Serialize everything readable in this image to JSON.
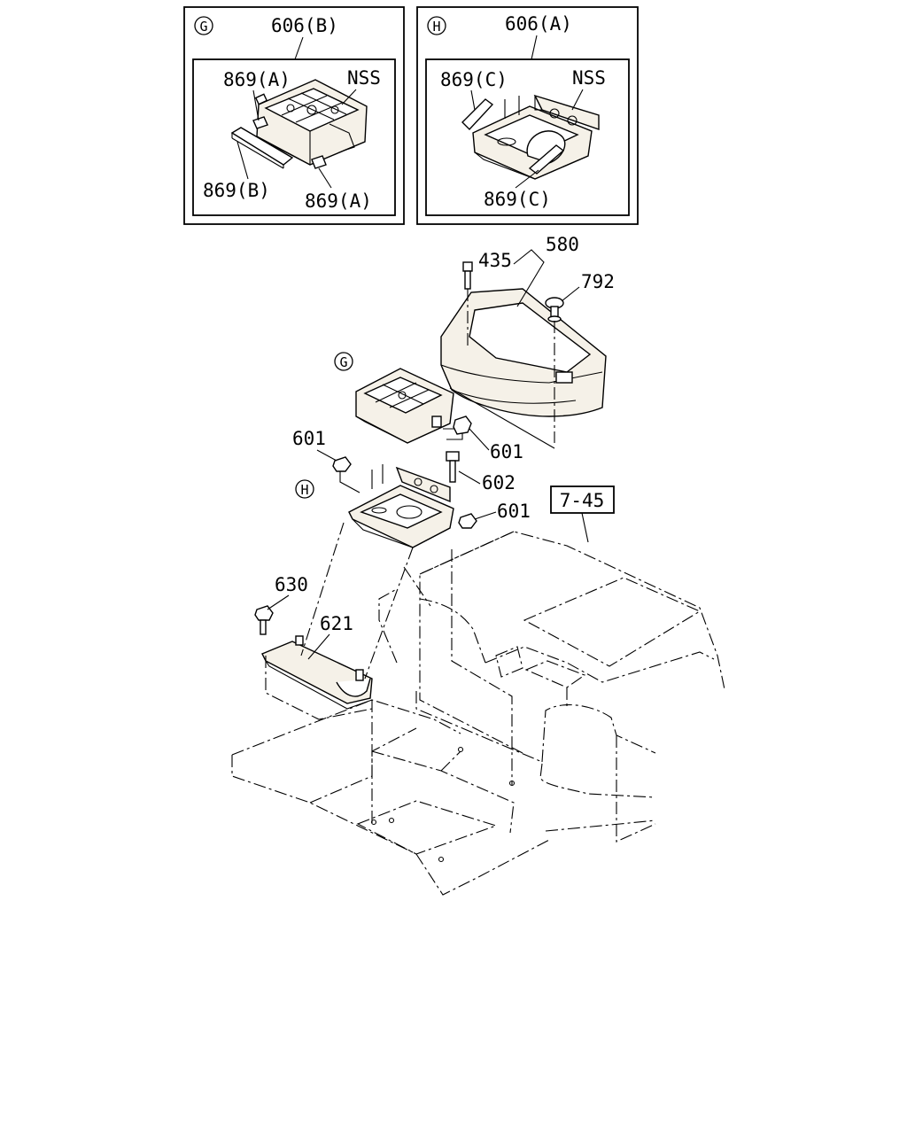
{
  "inset_g": {
    "marker": "G",
    "title": "606(B)",
    "labels": {
      "part_a_top": "869(A)",
      "nss": "NSS",
      "part_b": "869(B)",
      "part_a_bottom": "869(A)"
    }
  },
  "inset_h": {
    "marker": "H",
    "title": "606(A)",
    "labels": {
      "part_c_top": "869(C)",
      "nss": "NSS",
      "part_c_bottom": "869(C)"
    }
  },
  "callouts": {
    "c580": "580",
    "c435": "435",
    "c792": "792",
    "marker_g": "G",
    "c601_left": "601",
    "c601_nut": "601",
    "c602": "602",
    "marker_h": "H",
    "c601_right": "601",
    "ref_box": "7-45",
    "c630": "630",
    "c621": "621"
  }
}
